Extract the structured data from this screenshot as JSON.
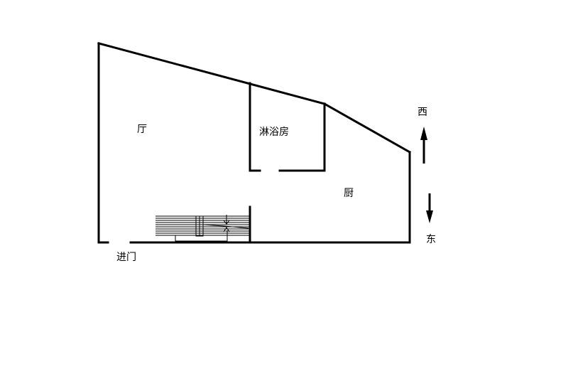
{
  "rooms": {
    "living": "厅",
    "shower": "淋浴房",
    "kitchen": "厨",
    "entrance": "进门"
  },
  "compass": {
    "west": "西",
    "east": "东"
  },
  "colors": {
    "line": "#000000",
    "background": "#ffffff"
  }
}
